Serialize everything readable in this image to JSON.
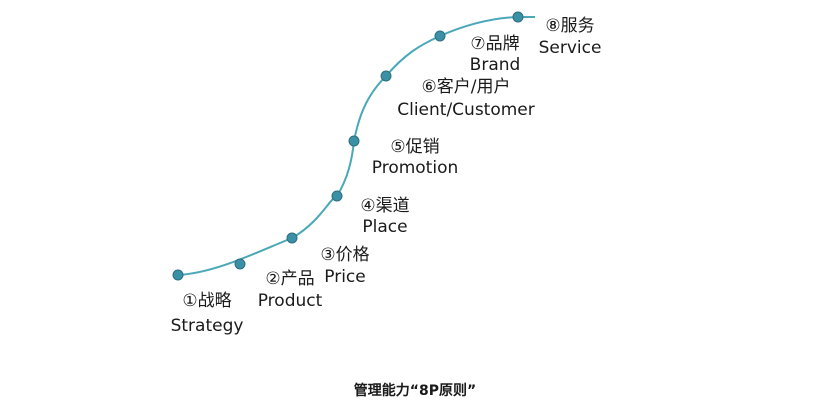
{
  "diagram": {
    "caption": "管理能力“8P原则”",
    "curve_color": "#4aa8b8",
    "node_fill": "#3a90a4",
    "node_stroke": "#2d6f80",
    "nodes": [
      {
        "name": "strategy",
        "line1": "①战略",
        "line2": "Strategy"
      },
      {
        "name": "product",
        "line1": "②产品",
        "line2": "Product"
      },
      {
        "name": "price",
        "line1": "③价格",
        "line2": "Price"
      },
      {
        "name": "place",
        "line1": "④渠道",
        "line2": "Place"
      },
      {
        "name": "promotion",
        "line1": "⑤促销",
        "line2": "Promotion"
      },
      {
        "name": "client",
        "line1": "⑥客户/用户",
        "line2": "Client/Customer"
      },
      {
        "name": "brand",
        "line1": "⑦品牌",
        "line2": "Brand"
      },
      {
        "name": "service",
        "line1": "⑧服务",
        "line2": "Service"
      }
    ]
  }
}
